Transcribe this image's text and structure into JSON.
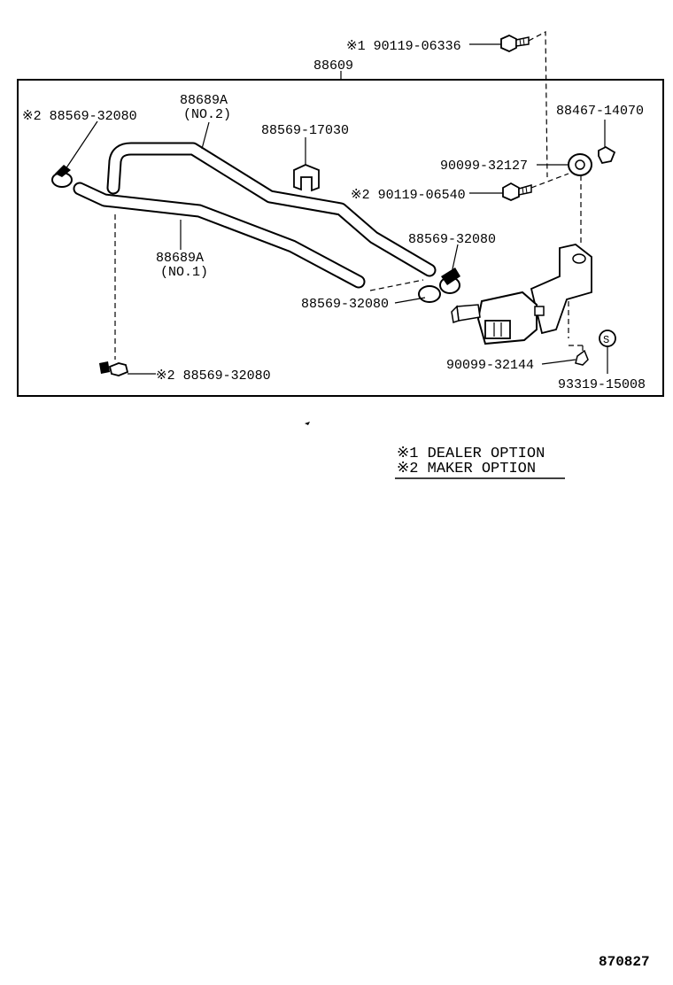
{
  "diagram": {
    "assembly_number": "88609",
    "drawing_number": "870827",
    "legend": {
      "mark_1_text": "※1 DEALER OPTION",
      "mark_2_text": "※2 MAKER OPTION"
    },
    "parts": {
      "bolt_top": "※1  90119-06336",
      "hose_no2_number": "88689A",
      "hose_no2_suffix": "(NO.2)",
      "clamp_top_left": "※2  88569-32080",
      "clip_17030": "88569-17030",
      "grommet_14070": "88467-14070",
      "cushion_32127": "90099-32127",
      "bolt_middle": "※2  90119-06540",
      "hose_no1_number": "88689A",
      "hose_no1_suffix": "(NO.1)",
      "clamp_right_upper": "88569-32080",
      "clamp_right_lower": "88569-32080",
      "bolt_32144": "90099-32144",
      "valve_15008": "93319-15008",
      "clamp_bottom_left": "※2  88569-32080"
    }
  }
}
